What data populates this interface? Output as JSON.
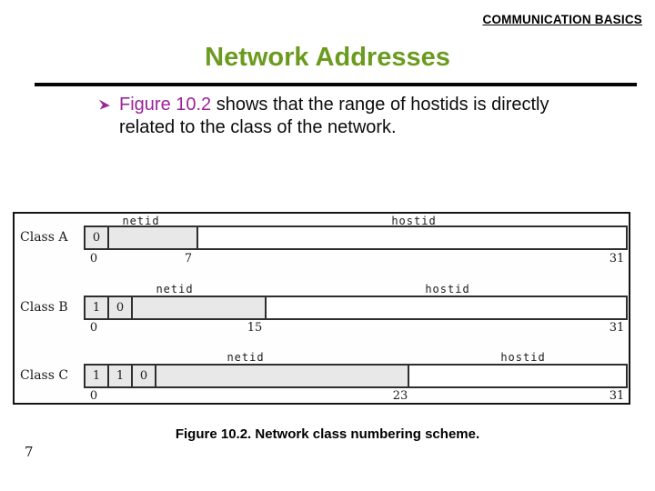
{
  "slide": {
    "header": "COMMUNICATION BASICS",
    "title": "Network Addresses",
    "bullet": {
      "marker_icon": "arrow-bullet",
      "highlight": "Figure 10.2",
      "rest": " shows that the range of hostids is directly related to the class of the network."
    },
    "caption": "Figure 10.2. Network class numbering scheme.",
    "page_number": "7"
  },
  "figure": {
    "rows": [
      {
        "class_label": "Class A",
        "netid_label": "netid",
        "hostid_label": "hostid",
        "prefix_bits": [
          "0"
        ],
        "ticks": [
          "0",
          "7",
          "31"
        ]
      },
      {
        "class_label": "Class B",
        "netid_label": "netid",
        "hostid_label": "hostid",
        "prefix_bits": [
          "1",
          "0"
        ],
        "ticks": [
          "0",
          "15",
          "31"
        ]
      },
      {
        "class_label": "Class C",
        "netid_label": "netid",
        "hostid_label": "hostid",
        "prefix_bits": [
          "1",
          "1",
          "0"
        ],
        "ticks": [
          "0",
          "23",
          "31"
        ]
      }
    ]
  },
  "colors": {
    "title_green": "#6b9b1e",
    "accent_magenta": "#9b239b",
    "segment_gray": "#e8e8e8",
    "line_dark": "#2e2e2e"
  }
}
